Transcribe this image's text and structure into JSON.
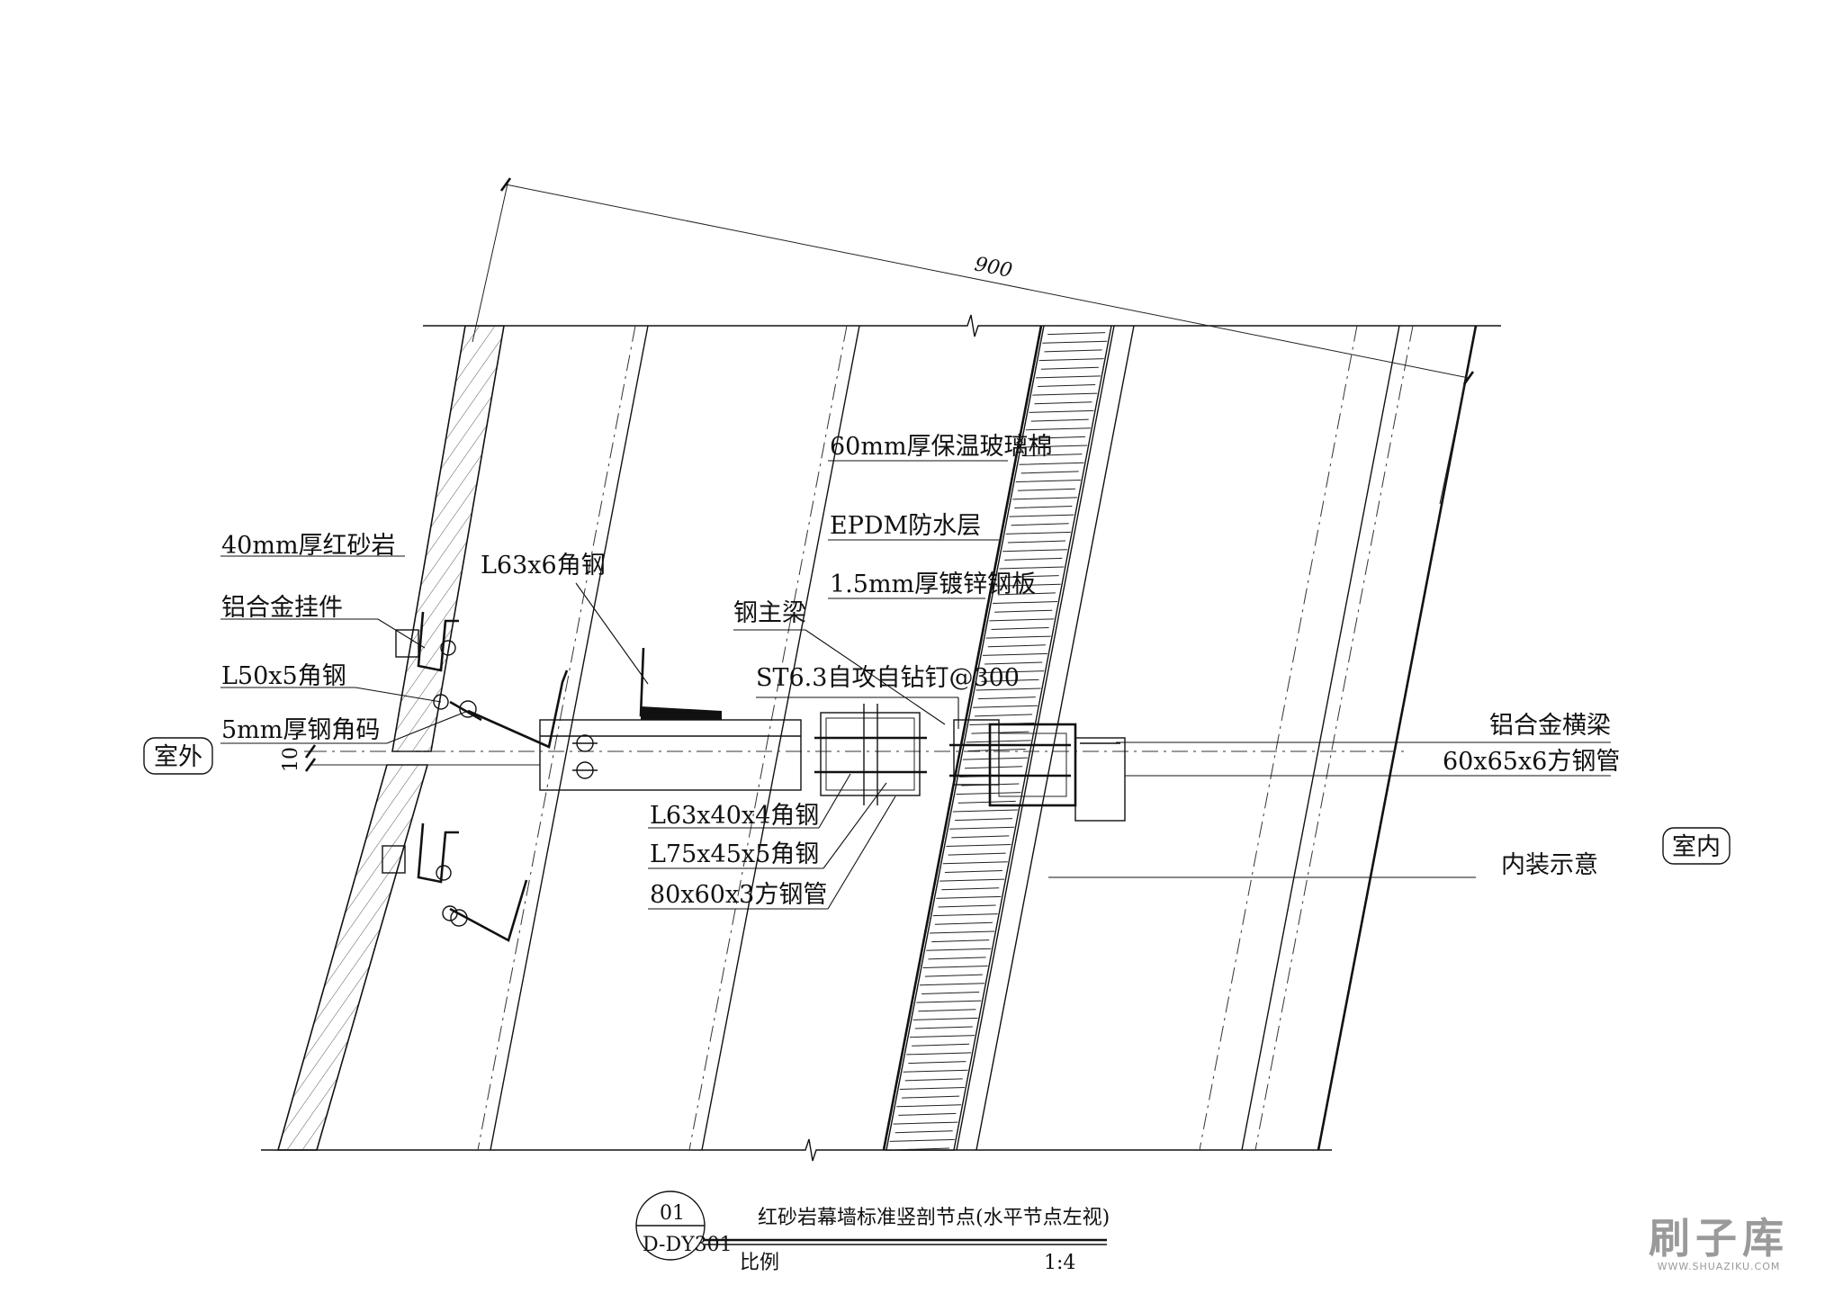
{
  "dimension": {
    "overall": "900",
    "gap": "10"
  },
  "labels": {
    "stone": "40mm厚红砂岩",
    "hanger": "铝合金挂件",
    "angle_l50": "L50x5角钢",
    "steel_bracket": "5mm厚钢角码",
    "angle_l63x6": "L63x6角钢",
    "main_beam": "钢主梁",
    "insulation": "60mm厚保温玻璃棉",
    "epdm": "EPDM防水层",
    "galv_sheet": "1.5mm厚镀锌钢板",
    "screw": "ST6.3自攻自钻钉@300",
    "al_transom": "铝合金横梁",
    "tube_60x65": "60x65x6方钢管",
    "angle_l63x40": "L63x40x4角钢",
    "angle_l75x45": "L75x45x5角钢",
    "tube_80x60": "80x60x3方钢管",
    "interior_finish": "内装示意"
  },
  "sides": {
    "exterior": "室外",
    "interior": "室内"
  },
  "title_block": {
    "number": "01",
    "sheet": "D-DY301",
    "title": "红砂岩幕墙标准竖剖节点(水平节点左视)",
    "scale_label": "比例",
    "scale_value": "1:4"
  },
  "watermark": {
    "brand": "刷子库",
    "url": "WWW.SHUAZIKU.COM"
  }
}
